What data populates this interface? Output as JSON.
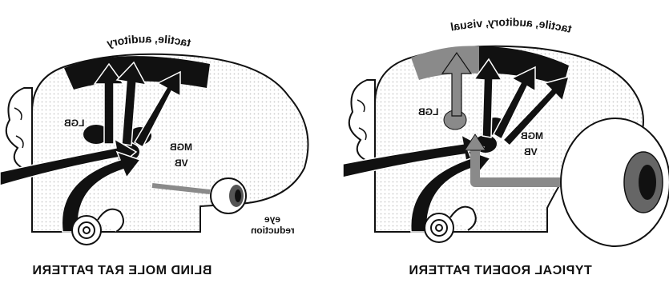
{
  "panels": [
    {
      "caption": "BLIND MOLE RAT PATTERN",
      "cortex_label": "tactile, auditory",
      "regions": {
        "lgb": "LGB",
        "mgb": "MGB",
        "vb": "VB"
      },
      "note_line1": "eye",
      "note_line2": "reduction"
    },
    {
      "caption": "TYPICAL RODENT PATTERN",
      "cortex_label": "tactile, auditory, visual",
      "regions": {
        "lgb": "LGB",
        "mgb": "MGB",
        "vb": "VB"
      }
    }
  ],
  "colors": {
    "black": "#111111",
    "gray": "#8a8a8a",
    "dots": "#d9d9d9"
  }
}
